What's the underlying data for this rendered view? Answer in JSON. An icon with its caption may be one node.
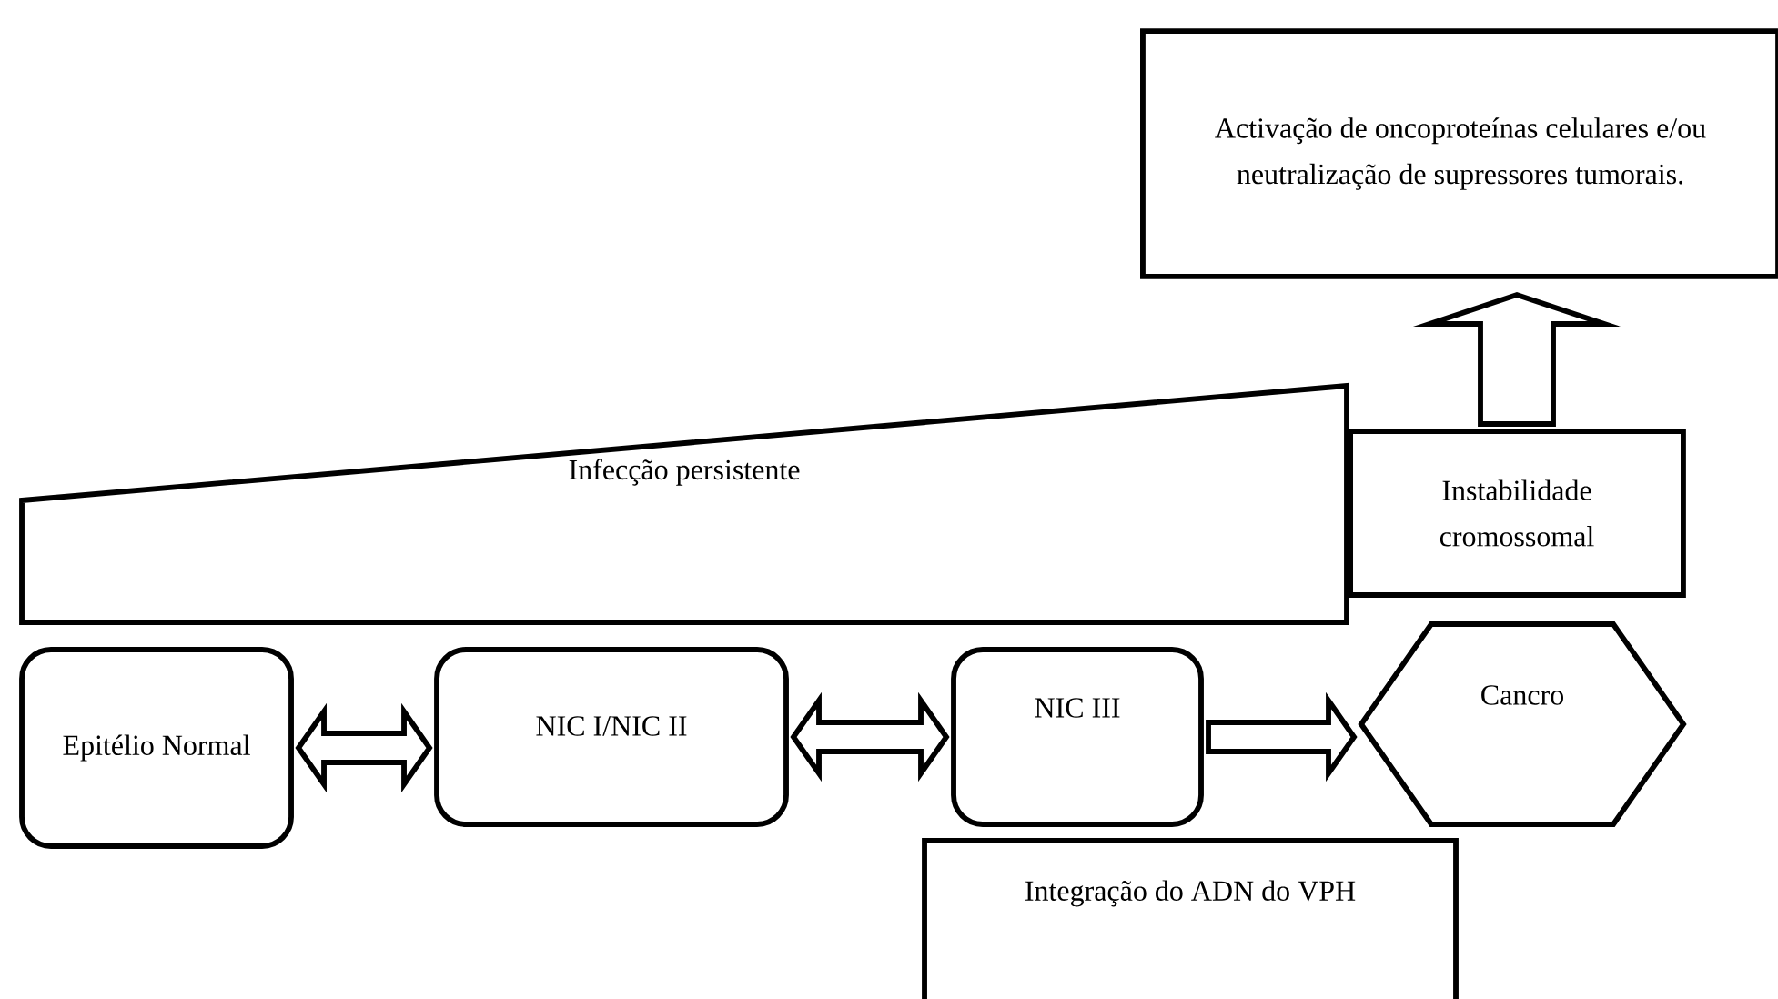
{
  "diagram": {
    "nodes": [
      {
        "text": [
          "Activação de oncoproteínas celulares e/ou neutralização de supressores tumorais."
        ]
      },
      {
        "text": [
          "Infecção persistente"
        ]
      },
      {
        "text": [
          "Instabilidade cromossomal"
        ]
      },
      {
        "text": [
          "Epitélio Normal"
        ]
      },
      {
        "text": [
          "NIC I/NIC II"
        ]
      },
      {
        "text": [
          "NIC III"
        ]
      },
      {
        "text": [
          "Cancro"
        ]
      },
      {
        "text": [
          "Integração do ADN do VPH"
        ]
      }
    ],
    "edges": [
      {
        "from": 3,
        "to": 4,
        "arrow": "both"
      },
      {
        "from": 4,
        "to": 5,
        "arrow": "both"
      },
      {
        "from": 5,
        "to": 6,
        "arrow": "to"
      },
      {
        "from": 2,
        "to": 0,
        "arrow": "to"
      }
    ]
  }
}
